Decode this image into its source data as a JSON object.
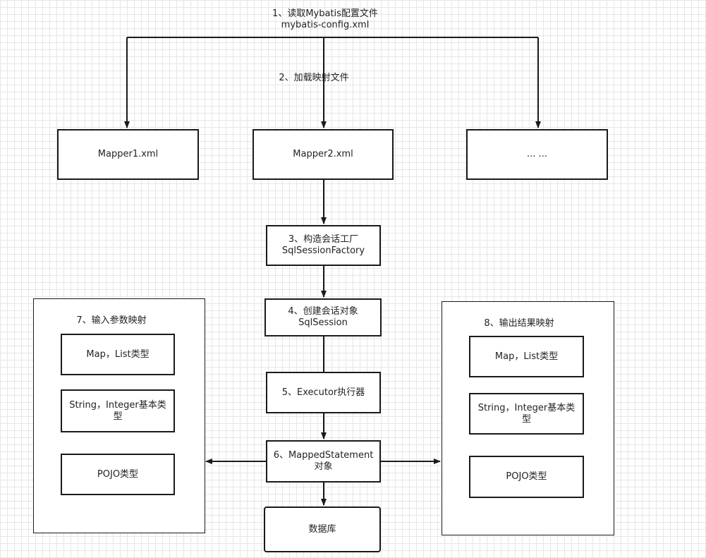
{
  "step1_label": "1、读取Mybatis配置文件\nmybatis-config.xml",
  "step2_label": "2、加载映射文件",
  "mapper1": "Mapper1.xml",
  "mapper2": "Mapper2.xml",
  "mapper_more": "... ...",
  "step3": "3、构造会话工厂\nSqlSessionFactory",
  "step4": "4、创建会话对象\nSqlSession",
  "step5": "5、Executor执行器",
  "step6": "6、MappedStatement\n对象",
  "database": "数据库",
  "input_mapping": {
    "title": "7、输入参数映射",
    "items": [
      "Map，List类型",
      "String，Integer基本类\n型",
      "POJO类型"
    ]
  },
  "output_mapping": {
    "title": "8、输出结果映射",
    "items": [
      "Map，List类型",
      "String，Integer基本类\n型",
      "POJO类型"
    ]
  }
}
